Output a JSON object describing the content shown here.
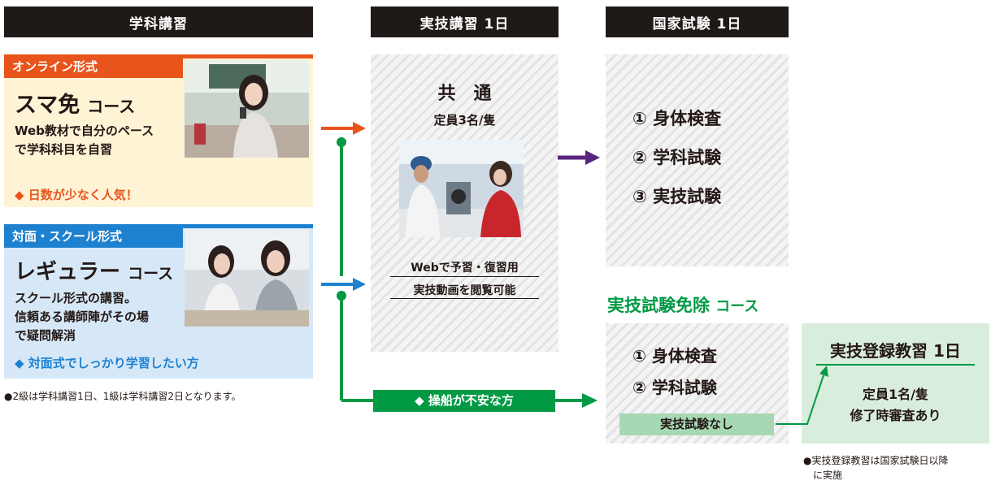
{
  "headers": {
    "academic": "学科講習",
    "practical": "実技講習 1日",
    "national": "国家試験 1日"
  },
  "online": {
    "tag": "オンライン形式",
    "name": "スマ免",
    "course": "コース",
    "desc1": "Web教材で自分のペース",
    "desc2": "で学科科目を自習",
    "feature": "◆ 日数が少なく人気！"
  },
  "school": {
    "tag": "対面・スクール形式",
    "name": "レギュラー",
    "course": "コース",
    "desc1": "スクール形式の講習。",
    "desc2": "信頼ある講師陣がその場",
    "desc3": "で疑問解消",
    "feature": "◆ 対面式でしっかり学習したい方"
  },
  "note_left": "●2級は学科講習1日、1級は学科講習2日となります。",
  "practical": {
    "title": "共　通",
    "capacity": "定員3名/隻",
    "web1": "Webで予習・復習用",
    "web2": "実技動画を閲覧可能"
  },
  "exam": {
    "items": [
      "① 身体検査",
      "② 学科試験",
      "③ 実技試験"
    ]
  },
  "exemption": {
    "title": "実技試験免除",
    "course": "コース",
    "items": [
      "① 身体検査",
      "② 学科試験"
    ],
    "no_practical": "実技試験なし"
  },
  "registration": {
    "title": "実技登録教習 1日",
    "capacity": "定員1名/隻",
    "review": "修了時審査あり"
  },
  "anxious_label": "◆ 操船が不安な方",
  "note_right1": "●実技登録教習は国家試験日以降",
  "note_right2": "に実施",
  "colors": {
    "dark": "#1f1a17",
    "online_orange": "#e8541c",
    "online_bg": "#fef3d4",
    "school_blue": "#1e81cf",
    "school_bg": "#d6e8f7",
    "green": "#009944",
    "purple": "#5a2580",
    "reg_bg": "#d9eddd"
  }
}
